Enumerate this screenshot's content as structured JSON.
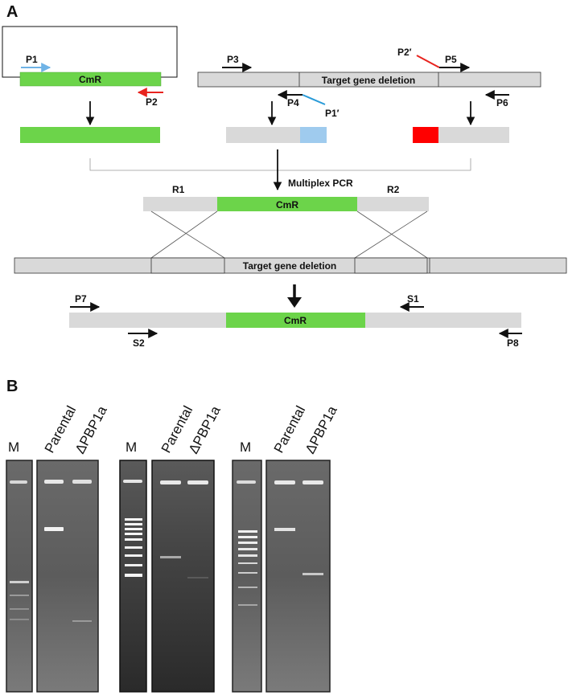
{
  "panel_a": {
    "letter": "A",
    "cmr_label": "CmR",
    "target_label": "Target gene deletion",
    "multiplex_label": "Multiplex PCR",
    "primers": {
      "p1": "P1",
      "p2": "P2",
      "p3": "P3",
      "p4": "P4",
      "p1prime": "P1′",
      "p2prime": "P2′",
      "p5": "P5",
      "p6": "P6",
      "p7": "P7",
      "p8": "P8",
      "s1": "S1",
      "s2": "S2"
    },
    "regions": {
      "r1": "R1",
      "r2": "R2"
    }
  },
  "panel_b": {
    "letter": "B",
    "gels": [
      {
        "marker": "M",
        "lane1": "Parental",
        "lane2": "ΔPBP1a"
      },
      {
        "marker": "M",
        "lane1": "Parental",
        "lane2": "ΔPBP1a"
      },
      {
        "marker": "M",
        "lane1": "Parental",
        "lane2": "ΔPBP1a"
      }
    ]
  },
  "colors": {
    "cmr_green": "#6cd44a",
    "gray_box": "#d9d9d9",
    "primer_red": "#e8231e",
    "primer_blue": "#6fb3e6",
    "block_red": "#ff0000",
    "block_blue": "#9fcbee"
  }
}
